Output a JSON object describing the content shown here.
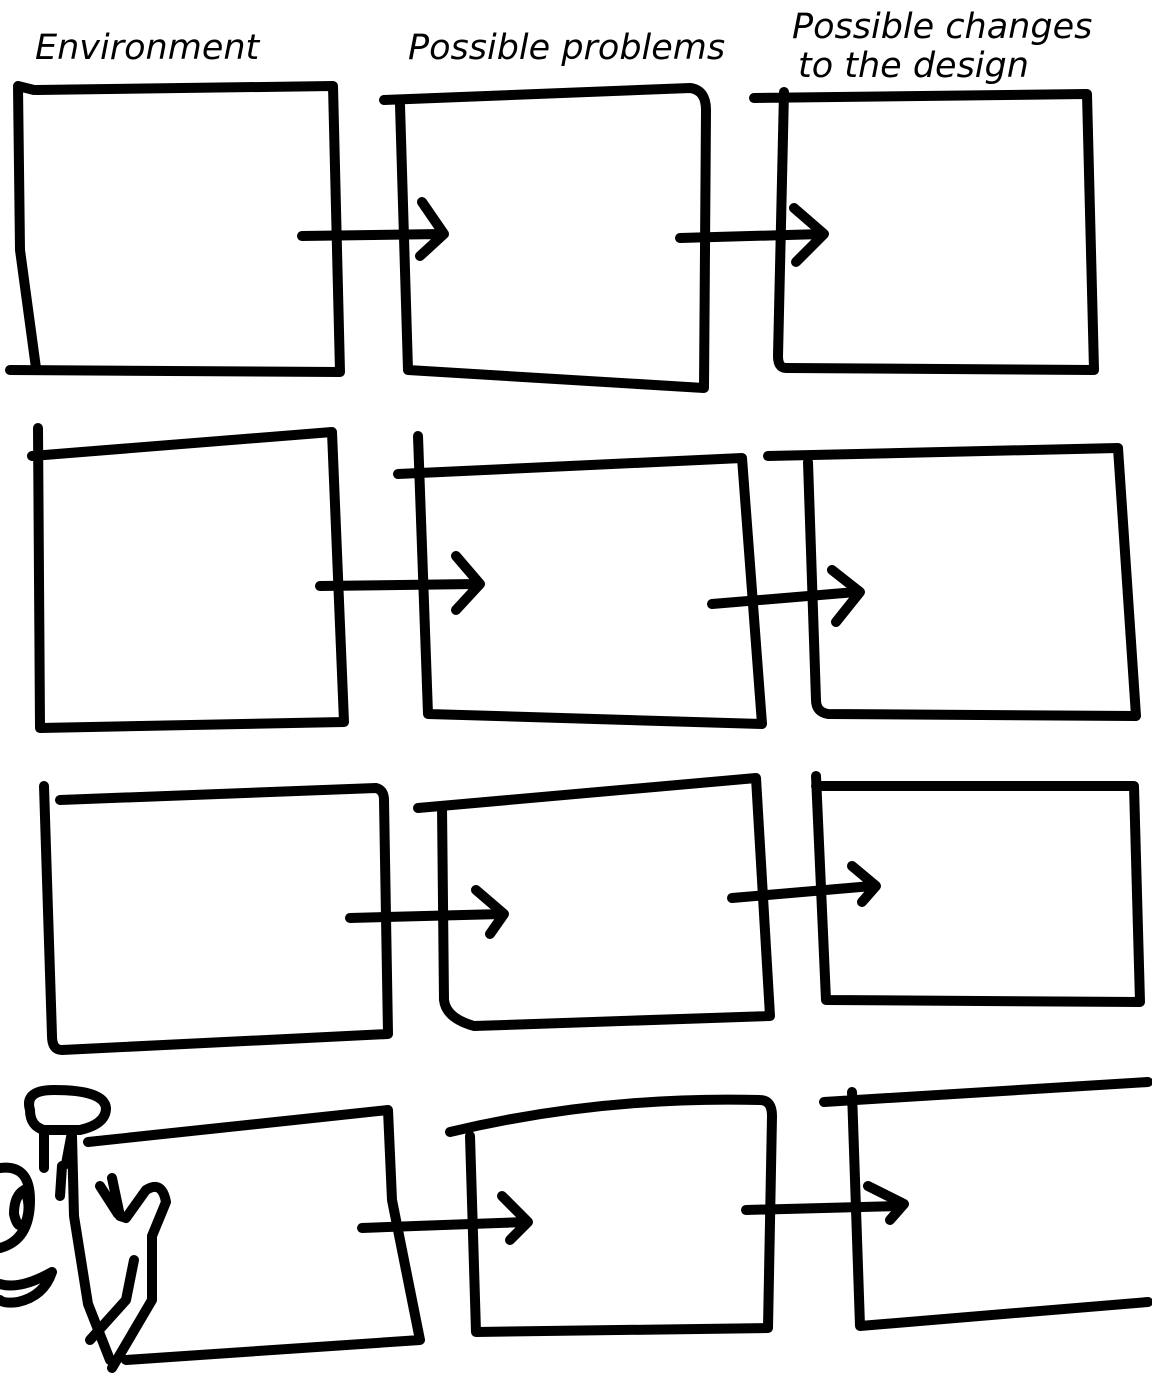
{
  "headers": {
    "environment": "Environment",
    "problems": "Possible problems",
    "changes_line1": "Possible changes",
    "changes_line2": "to the design"
  },
  "grid": {
    "rows": 4,
    "columns": 3
  },
  "colors": {
    "ink": "#000000",
    "background": "#ffffff"
  }
}
